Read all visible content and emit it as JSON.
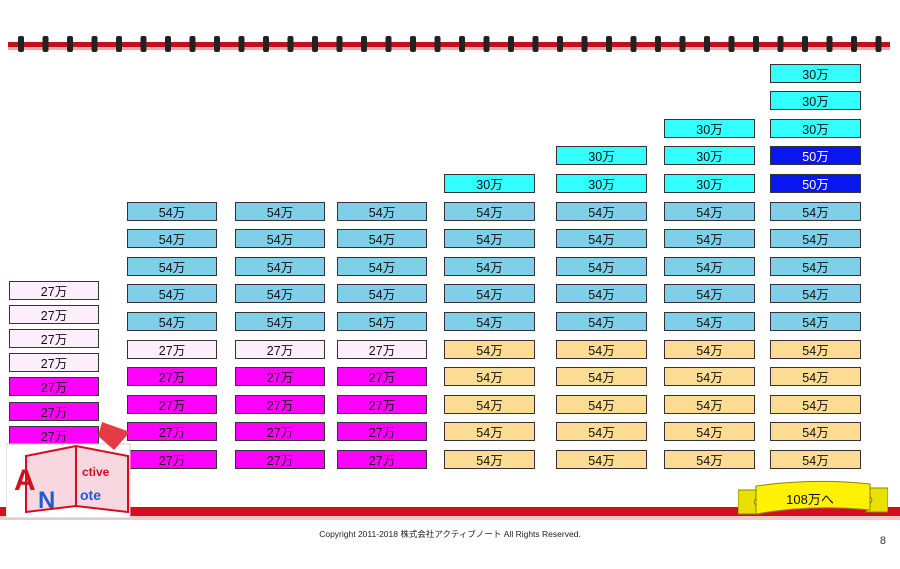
{
  "colors": {
    "pink_light": "#fdeefb",
    "magenta": "#ff00ff",
    "sky": "#7fcfe8",
    "sand": "#fcdb92",
    "cyan": "#33ffff",
    "blue": "#0a16f0",
    "accent_red": "#d40e1e"
  },
  "stacks": [
    {
      "blocks": [
        {
          "label": "27万",
          "tone": "magenta"
        },
        {
          "label": "27万",
          "tone": "magenta"
        },
        {
          "label": "27万",
          "tone": "magenta"
        },
        {
          "label": "27万",
          "tone": "magenta"
        },
        {
          "label": "27万",
          "tone": "pink_light"
        },
        {
          "label": "27万",
          "tone": "pink_light"
        },
        {
          "label": "27万",
          "tone": "pink_light"
        },
        {
          "label": "27万",
          "tone": "pink_light"
        }
      ]
    },
    {
      "blocks": [
        {
          "label": "27万",
          "tone": "magenta"
        },
        {
          "label": "27万",
          "tone": "magenta"
        },
        {
          "label": "27万",
          "tone": "magenta"
        },
        {
          "label": "27万",
          "tone": "magenta"
        },
        {
          "label": "27万",
          "tone": "pink_light"
        },
        {
          "label": "54万",
          "tone": "sky"
        },
        {
          "label": "54万",
          "tone": "sky"
        },
        {
          "label": "54万",
          "tone": "sky"
        },
        {
          "label": "54万",
          "tone": "sky"
        },
        {
          "label": "54万",
          "tone": "sky"
        }
      ]
    },
    {
      "blocks": [
        {
          "label": "27万",
          "tone": "magenta"
        },
        {
          "label": "27万",
          "tone": "magenta"
        },
        {
          "label": "27万",
          "tone": "magenta"
        },
        {
          "label": "27万",
          "tone": "magenta"
        },
        {
          "label": "27万",
          "tone": "pink_light"
        },
        {
          "label": "54万",
          "tone": "sky"
        },
        {
          "label": "54万",
          "tone": "sky"
        },
        {
          "label": "54万",
          "tone": "sky"
        },
        {
          "label": "54万",
          "tone": "sky"
        },
        {
          "label": "54万",
          "tone": "sky"
        }
      ]
    },
    {
      "blocks": [
        {
          "label": "27万",
          "tone": "magenta"
        },
        {
          "label": "27万",
          "tone": "magenta"
        },
        {
          "label": "27万",
          "tone": "magenta"
        },
        {
          "label": "27万",
          "tone": "magenta"
        },
        {
          "label": "27万",
          "tone": "pink_light"
        },
        {
          "label": "54万",
          "tone": "sky"
        },
        {
          "label": "54万",
          "tone": "sky"
        },
        {
          "label": "54万",
          "tone": "sky"
        },
        {
          "label": "54万",
          "tone": "sky"
        },
        {
          "label": "54万",
          "tone": "sky"
        }
      ]
    },
    {
      "blocks": [
        {
          "label": "54万",
          "tone": "sand"
        },
        {
          "label": "54万",
          "tone": "sand"
        },
        {
          "label": "54万",
          "tone": "sand"
        },
        {
          "label": "54万",
          "tone": "sand"
        },
        {
          "label": "54万",
          "tone": "sand"
        },
        {
          "label": "54万",
          "tone": "sky"
        },
        {
          "label": "54万",
          "tone": "sky"
        },
        {
          "label": "54万",
          "tone": "sky"
        },
        {
          "label": "54万",
          "tone": "sky"
        },
        {
          "label": "54万",
          "tone": "sky"
        },
        {
          "label": "30万",
          "tone": "cyan"
        }
      ]
    },
    {
      "blocks": [
        {
          "label": "54万",
          "tone": "sand"
        },
        {
          "label": "54万",
          "tone": "sand"
        },
        {
          "label": "54万",
          "tone": "sand"
        },
        {
          "label": "54万",
          "tone": "sand"
        },
        {
          "label": "54万",
          "tone": "sand"
        },
        {
          "label": "54万",
          "tone": "sky"
        },
        {
          "label": "54万",
          "tone": "sky"
        },
        {
          "label": "54万",
          "tone": "sky"
        },
        {
          "label": "54万",
          "tone": "sky"
        },
        {
          "label": "54万",
          "tone": "sky"
        },
        {
          "label": "30万",
          "tone": "cyan"
        },
        {
          "label": "30万",
          "tone": "cyan"
        }
      ]
    },
    {
      "blocks": [
        {
          "label": "54万",
          "tone": "sand"
        },
        {
          "label": "54万",
          "tone": "sand"
        },
        {
          "label": "54万",
          "tone": "sand"
        },
        {
          "label": "54万",
          "tone": "sand"
        },
        {
          "label": "54万",
          "tone": "sand"
        },
        {
          "label": "54万",
          "tone": "sky"
        },
        {
          "label": "54万",
          "tone": "sky"
        },
        {
          "label": "54万",
          "tone": "sky"
        },
        {
          "label": "54万",
          "tone": "sky"
        },
        {
          "label": "54万",
          "tone": "sky"
        },
        {
          "label": "30万",
          "tone": "cyan"
        },
        {
          "label": "30万",
          "tone": "cyan"
        },
        {
          "label": "30万",
          "tone": "cyan"
        }
      ]
    },
    {
      "blocks": [
        {
          "label": "54万",
          "tone": "sand"
        },
        {
          "label": "54万",
          "tone": "sand"
        },
        {
          "label": "54万",
          "tone": "sand"
        },
        {
          "label": "54万",
          "tone": "sand"
        },
        {
          "label": "54万",
          "tone": "sand"
        },
        {
          "label": "54万",
          "tone": "sky"
        },
        {
          "label": "54万",
          "tone": "sky"
        },
        {
          "label": "54万",
          "tone": "sky"
        },
        {
          "label": "54万",
          "tone": "sky"
        },
        {
          "label": "54万",
          "tone": "sky"
        },
        {
          "label": "50万",
          "tone": "blue"
        },
        {
          "label": "50万",
          "tone": "blue"
        },
        {
          "label": "30万",
          "tone": "cyan"
        },
        {
          "label": "30万",
          "tone": "cyan"
        },
        {
          "label": "30万",
          "tone": "cyan"
        }
      ]
    }
  ],
  "logo": {
    "line1": "ctive",
    "line2": "ote",
    "letter_a": "A",
    "letter_n": "N",
    "icon": "active-note-logo"
  },
  "ribbon": {
    "label": "108万へ"
  },
  "footer": {
    "copyright": "Copyright 2011-2018  株式会社アクティブノート All Rights Reserved.",
    "page_number": "8"
  }
}
